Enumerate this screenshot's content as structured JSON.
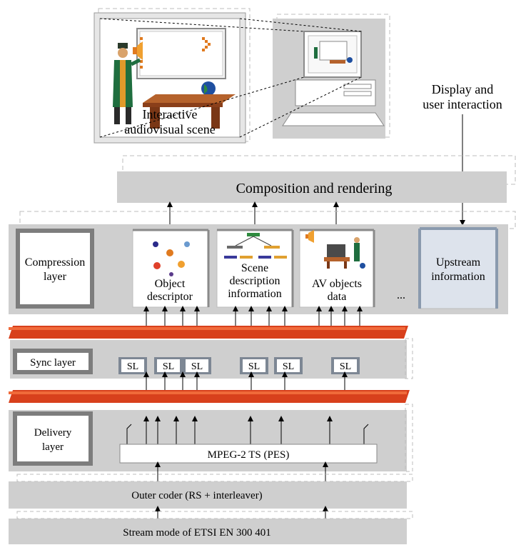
{
  "scene": {
    "caption_line1": "Interactive",
    "caption_line2": "audiovisual scene"
  },
  "display": {
    "label_line1": "Display and",
    "label_line2": "user interaction"
  },
  "composition": {
    "label": "Composition and rendering"
  },
  "compression": {
    "layer_line1": "Compression",
    "layer_line2": "layer",
    "object_descriptor_line1": "Object",
    "object_descriptor_line2": "descriptor",
    "scene_desc_line1": "Scene",
    "scene_desc_line2": "description",
    "scene_desc_line3": "information",
    "av_line1": "AV objects",
    "av_line2": "data",
    "ellipsis": "...",
    "upstream_line1": "Upstream",
    "upstream_line2": "information"
  },
  "sync": {
    "layer_label": "Sync layer",
    "sl_label": "SL"
  },
  "delivery": {
    "layer_line1": "Delivery",
    "layer_line2": "layer",
    "ts_label": "MPEG-2 TS (PES)"
  },
  "outer": {
    "label": "Outer coder (RS + interleaver)"
  },
  "stream": {
    "label": "Stream mode of ETSI EN 300 401"
  },
  "colors": {
    "layer_gray": "#cfcfcf",
    "orange_bar": "#d8401c",
    "upstream_fill": "#dde3ec",
    "frame_gray": "#9a9a9a"
  }
}
